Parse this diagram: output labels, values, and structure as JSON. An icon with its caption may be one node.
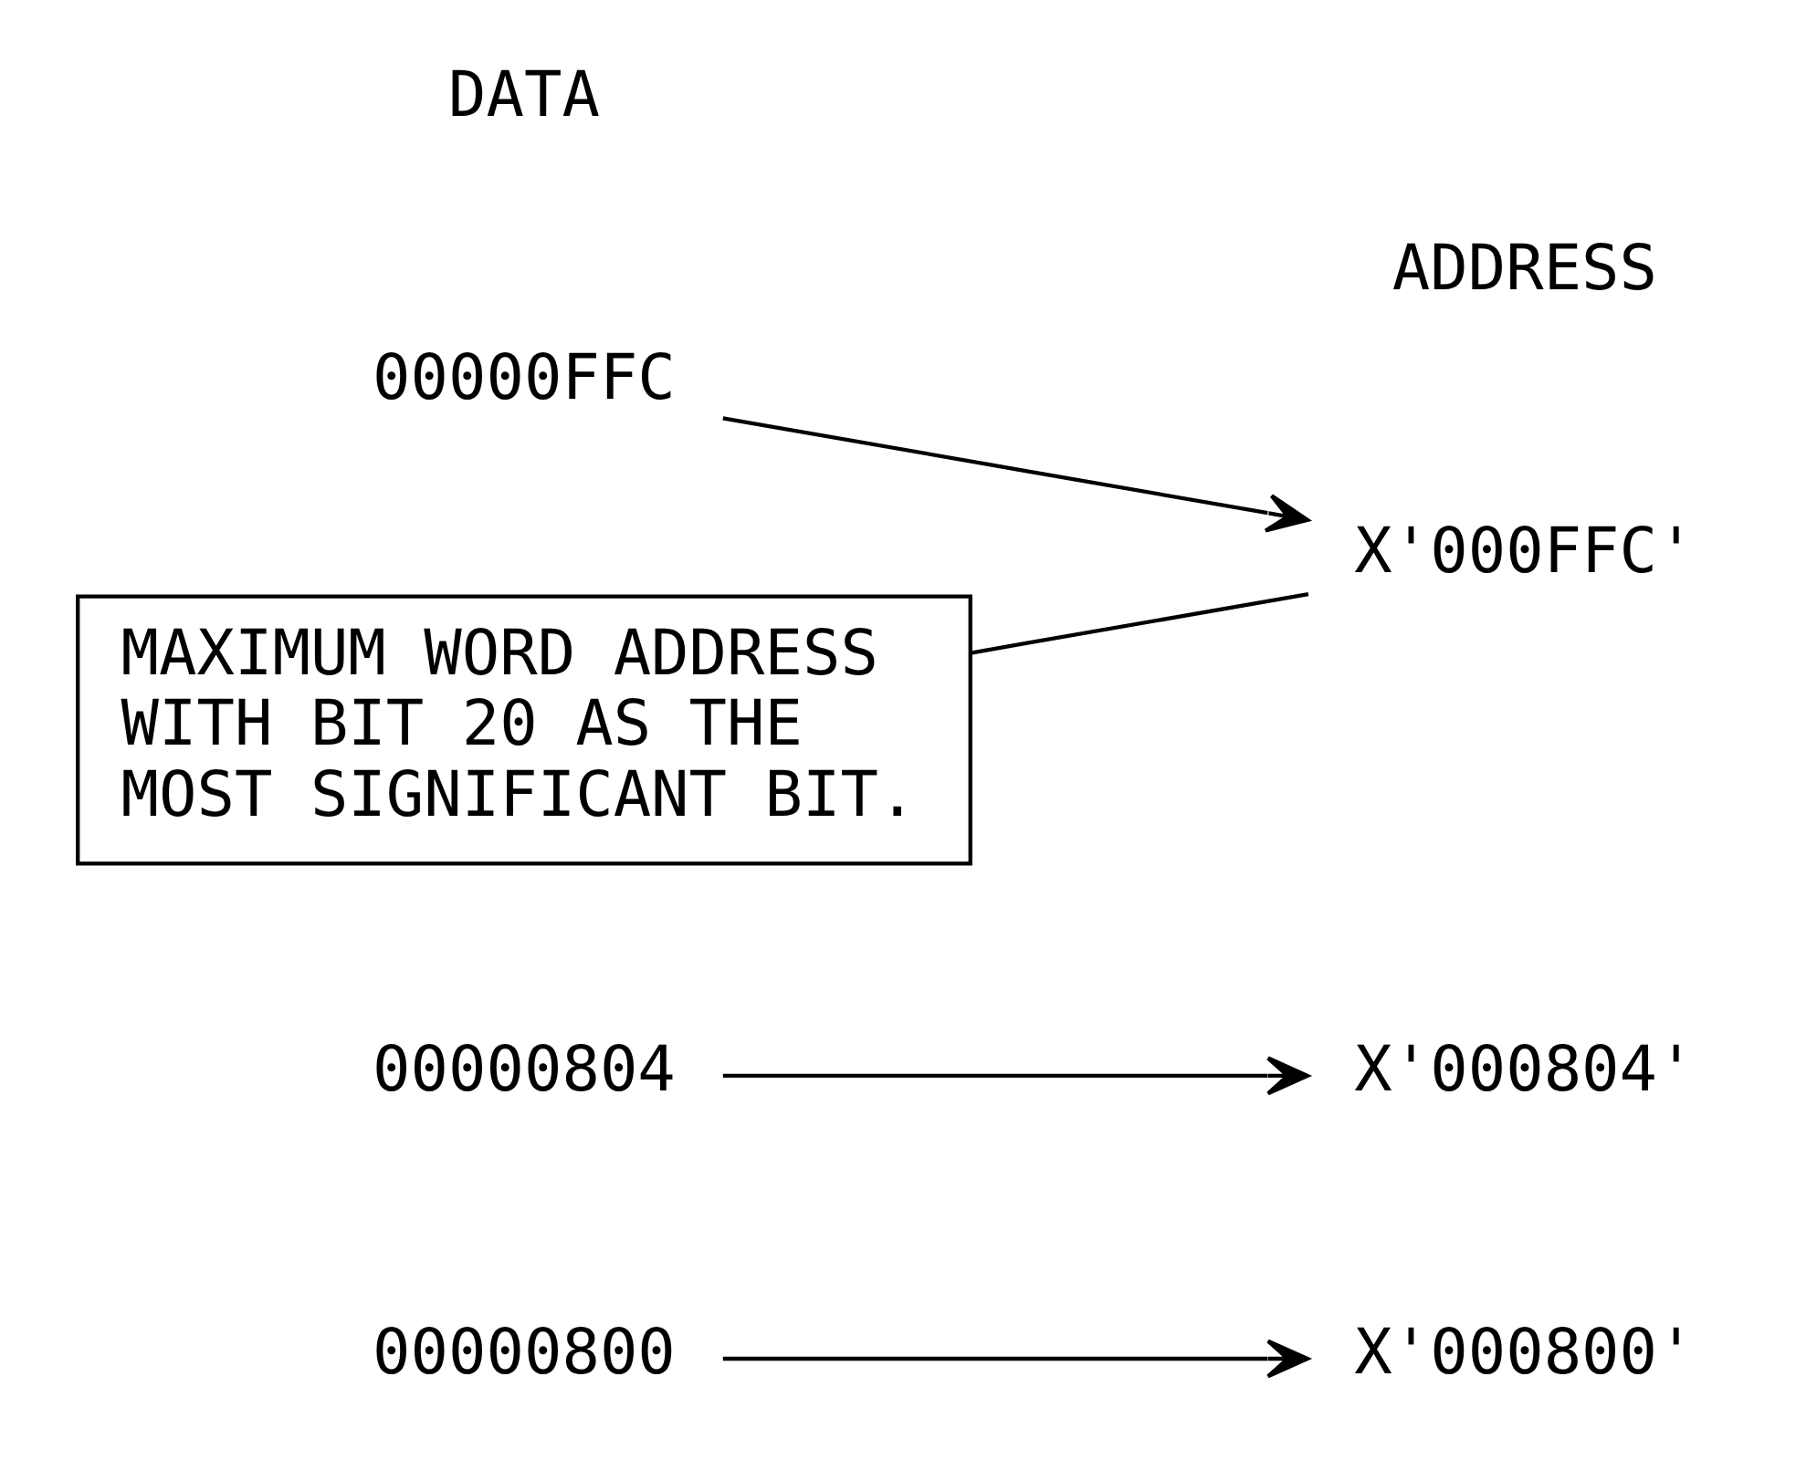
{
  "diagram": {
    "nodes": [
      {
        "text": [
          "00000800"
        ]
      },
      {
        "text": [
          "X'000800'"
        ]
      },
      {
        "text": [
          "00000804"
        ]
      },
      {
        "text": [
          "X'000804'"
        ]
      },
      {
        "text": [
          "00000FFC"
        ]
      },
      {
        "text": [
          "X'000FFC'"
        ]
      },
      {
        "text": [
          "MAXIMUM WORD ADDRESS WITH BIT 20 AS THE MOST SIGNIFICANT BIT."
        ]
      }
    ],
    "edges": [
      {
        "from": 0,
        "to": 1,
        "arrow": "to"
      },
      {
        "from": 2,
        "to": 3,
        "arrow": "to"
      },
      {
        "from": 4,
        "to": 5,
        "arrow": "to"
      },
      {
        "from": 6,
        "to": 5,
        "arrow": "none"
      }
    ],
    "labels": [
      "DATA",
      "ADDRESS"
    ]
  }
}
